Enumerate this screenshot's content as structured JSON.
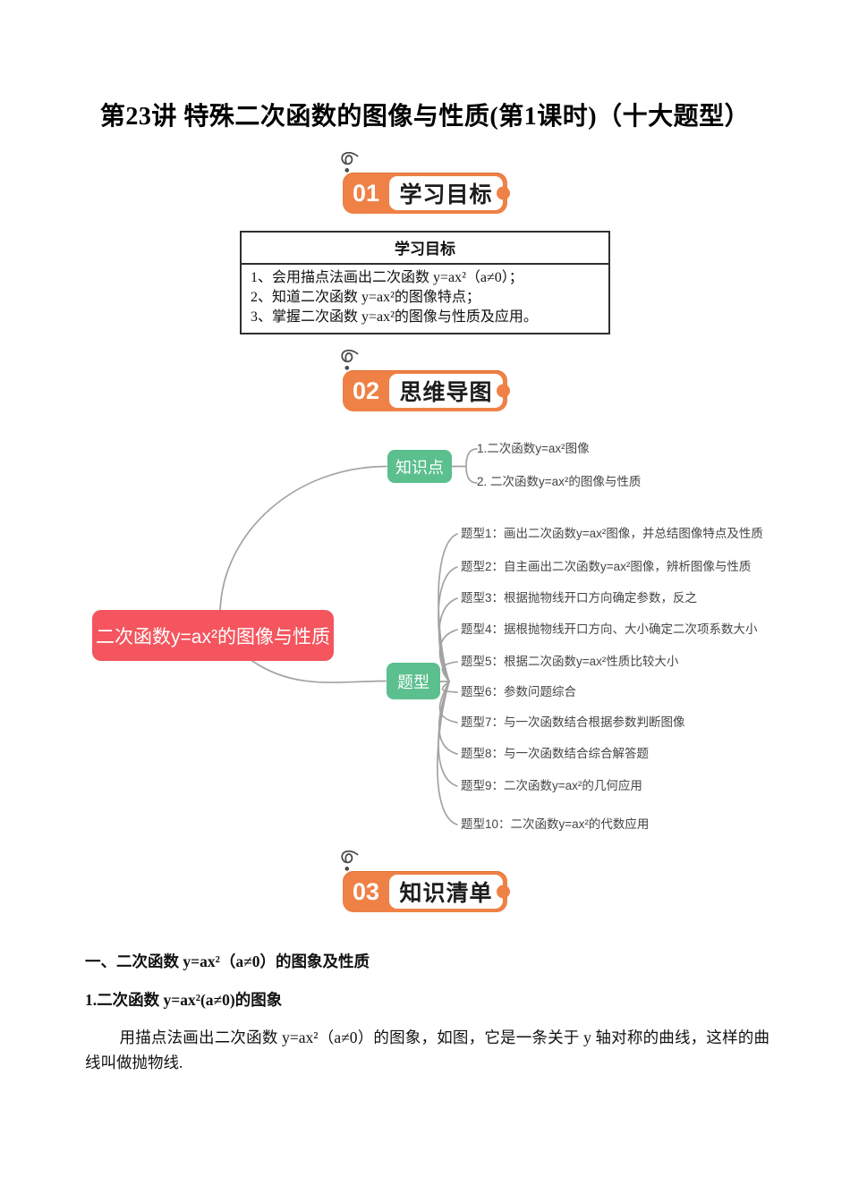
{
  "title": "第23讲 特殊二次函数的图像与性质(第1课时)（十大题型）",
  "sections": [
    {
      "number": "01",
      "label": "学习目标"
    },
    {
      "number": "02",
      "label": "思维导图"
    },
    {
      "number": "03",
      "label": "知识清单"
    }
  ],
  "objectives_table": {
    "header": "学习目标",
    "items": [
      "1、会用描点法画出二次函数 y=ax²（a≠0）；",
      "2、知道二次函数 y=ax²的图像特点；",
      "3、掌握二次函数 y=ax²的图像与性质及应用。"
    ]
  },
  "mindmap": {
    "root": "二次函数y=ax²的图像与性质",
    "branches": [
      {
        "label": "知识点",
        "children": [
          "1.二次函数y=ax²图像",
          "2. 二次函数y=ax²的图像与性质"
        ]
      },
      {
        "label": "题型",
        "children": [
          "题型1：画出二次函数y=ax²图像，并总结图像特点及性质",
          "题型2：自主画出二次函数y=ax²图像，辨析图像与性质",
          "题型3：根据抛物线开口方向确定参数，反之",
          "题型4：据根抛物线开口方向、大小确定二次项系数大小",
          "题型5：根据二次函数y=ax²性质比较大小",
          "题型6：参数问题综合",
          "题型7：与一次函数结合根据参数判断图像",
          "题型8：与一次函数结合综合解答题",
          "题型9：二次函数y=ax²的几何应用",
          "题型10：二次函数y=ax²的代数应用"
        ]
      }
    ]
  },
  "knowledge_list": {
    "heading1": "一、二次函数 y=ax²（a≠0）的图象及性质",
    "heading2": "1.二次函数 y=ax²(a≠0)的图象",
    "paragraph": "用描点法画出二次函数 y=ax²（a≠0）的图象，如图，它是一条关于 y 轴对称的曲线，这样的曲线叫做抛物线."
  },
  "colors": {
    "badge_orange": "#ef8147",
    "root_red": "#f4555e",
    "branch_green": "#5bbf8e",
    "connector_gray": "#a3a3a3"
  }
}
